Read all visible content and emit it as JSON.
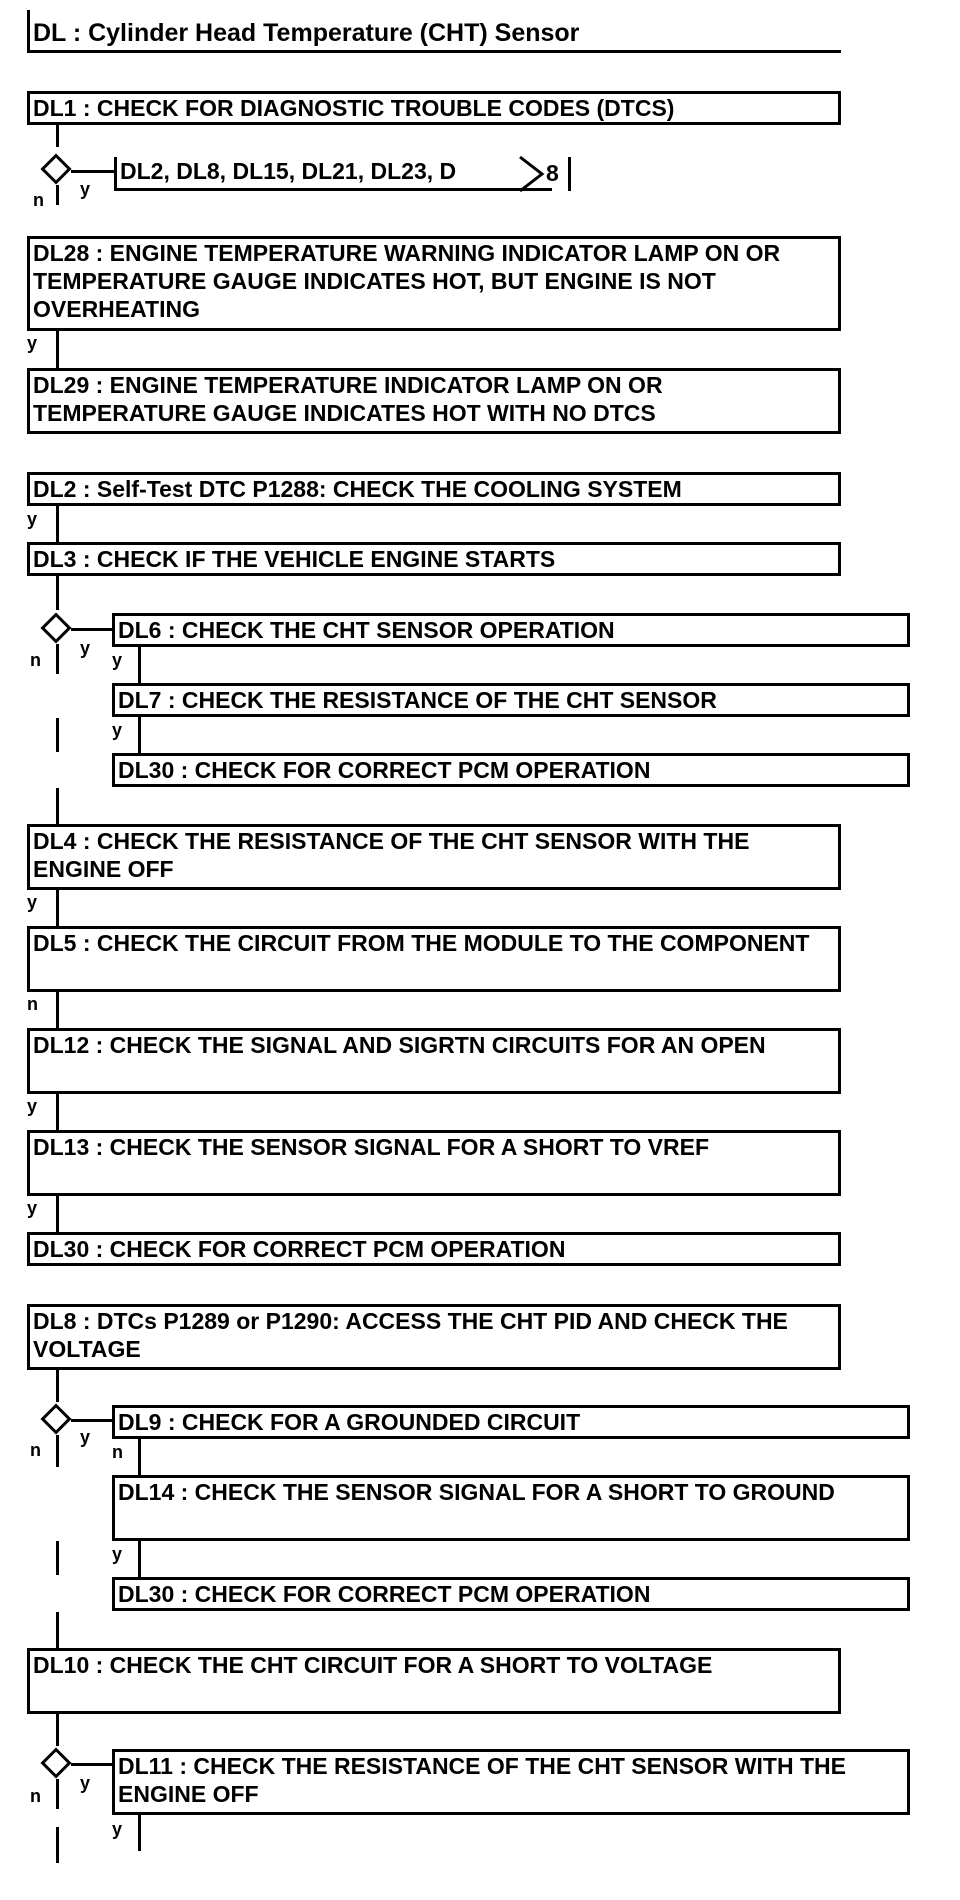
{
  "steps": {
    "dl_title": "DL : Cylinder Head Temperature (CHT) Sensor",
    "dl1": "DL1 : CHECK FOR DIAGNOSTIC TROUBLE CODES (DTCS)",
    "dl1_target": "DL2, DL8, DL15, DL21, DL23, D",
    "dl1_target_tab": "8",
    "dl28": "DL28 : ENGINE TEMPERATURE WARNING INDICATOR LAMP ON OR TEMPERATURE GAUGE INDICATES HOT, BUT ENGINE IS NOT OVERHEATING",
    "dl29": "DL29 : ENGINE TEMPERATURE INDICATOR LAMP ON OR TEMPERATURE GAUGE INDICATES HOT WITH NO DTCS",
    "dl2": "DL2 : Self-Test DTC P1288: CHECK THE COOLING SYSTEM",
    "dl3": "DL3 : CHECK IF THE VEHICLE ENGINE STARTS",
    "dl6": "DL6 : CHECK THE CHT SENSOR OPERATION",
    "dl7": "DL7 : CHECK THE RESISTANCE OF THE CHT SENSOR",
    "dl30_a": "DL30 : CHECK FOR CORRECT PCM OPERATION",
    "dl4": "DL4 : CHECK THE RESISTANCE OF THE CHT SENSOR WITH THE ENGINE OFF",
    "dl5": "DL5 : CHECK THE CIRCUIT FROM THE MODULE TO THE COMPONENT",
    "dl12": "DL12 : CHECK THE SIGNAL AND SIGRTN CIRCUITS FOR AN OPEN",
    "dl13": "DL13 : CHECK THE SENSOR SIGNAL FOR A SHORT TO VREF",
    "dl30_b": "DL30 : CHECK FOR CORRECT PCM OPERATION",
    "dl8": "DL8 : DTCs P1289 or P1290: ACCESS THE CHT PID AND CHECK THE VOLTAGE",
    "dl9": "DL9 : CHECK FOR A GROUNDED CIRCUIT",
    "dl14": "DL14 : CHECK THE SENSOR SIGNAL FOR A SHORT TO GROUND",
    "dl30_c": "DL30 : CHECK FOR CORRECT PCM OPERATION",
    "dl10": "DL10 : CHECK THE CHT CIRCUIT FOR A SHORT TO VOLTAGE",
    "dl11": "DL11 : CHECK THE RESISTANCE OF THE CHT SENSOR WITH THE ENGINE OFF"
  },
  "labels": {
    "yes": "y",
    "no": "n"
  }
}
